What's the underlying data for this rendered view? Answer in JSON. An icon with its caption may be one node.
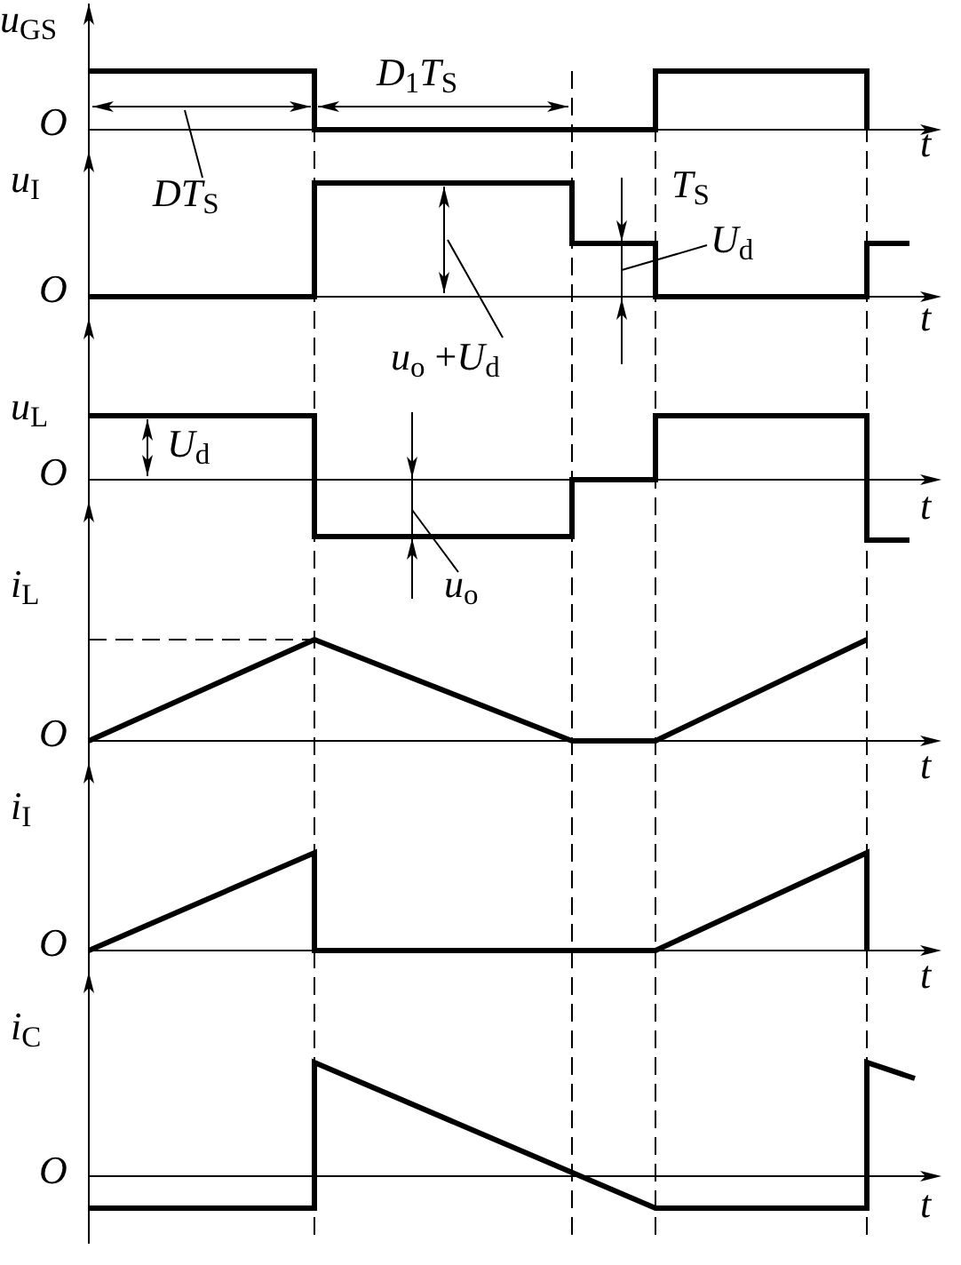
{
  "diagram": {
    "nodes": [
      {
        "text": [
          "*DT*$_{S}$"
        ]
      },
      {
        "text": [
          "*u*$_{o}$ +*U*$_{d}$"
        ]
      },
      {
        "text": [
          "*U*$_{d}$"
        ]
      },
      {
        "text": [
          "*u*$_{o}$"
        ]
      }
    ],
    "edges": [
      {
        "from": 0,
        "to": null,
        "arrow": "none"
      },
      {
        "from": 1,
        "to": null,
        "arrow": "none"
      },
      {
        "from": 2,
        "to": null,
        "arrow": "none"
      },
      {
        "from": 3,
        "to": null,
        "arrow": "none"
      }
    ],
    "labels": [
      "*u*$_{GS}$",
      "*O*",
      "*t*",
      "*D*$_{1}$*T*$_{S}$",
      "*u*$_{I}$",
      "*T*$_{S}$",
      "*O*",
      "*t*",
      "*u*$_{L}$",
      "*U*$_{d}$",
      "*O*",
      "*t*",
      "*i*$_{L}$",
      "*O*",
      "*t*",
      "*i*$_{I}$",
      "*O*",
      "*t*",
      "*i*$_{C}$",
      "*O*",
      "*t*"
    ]
  }
}
